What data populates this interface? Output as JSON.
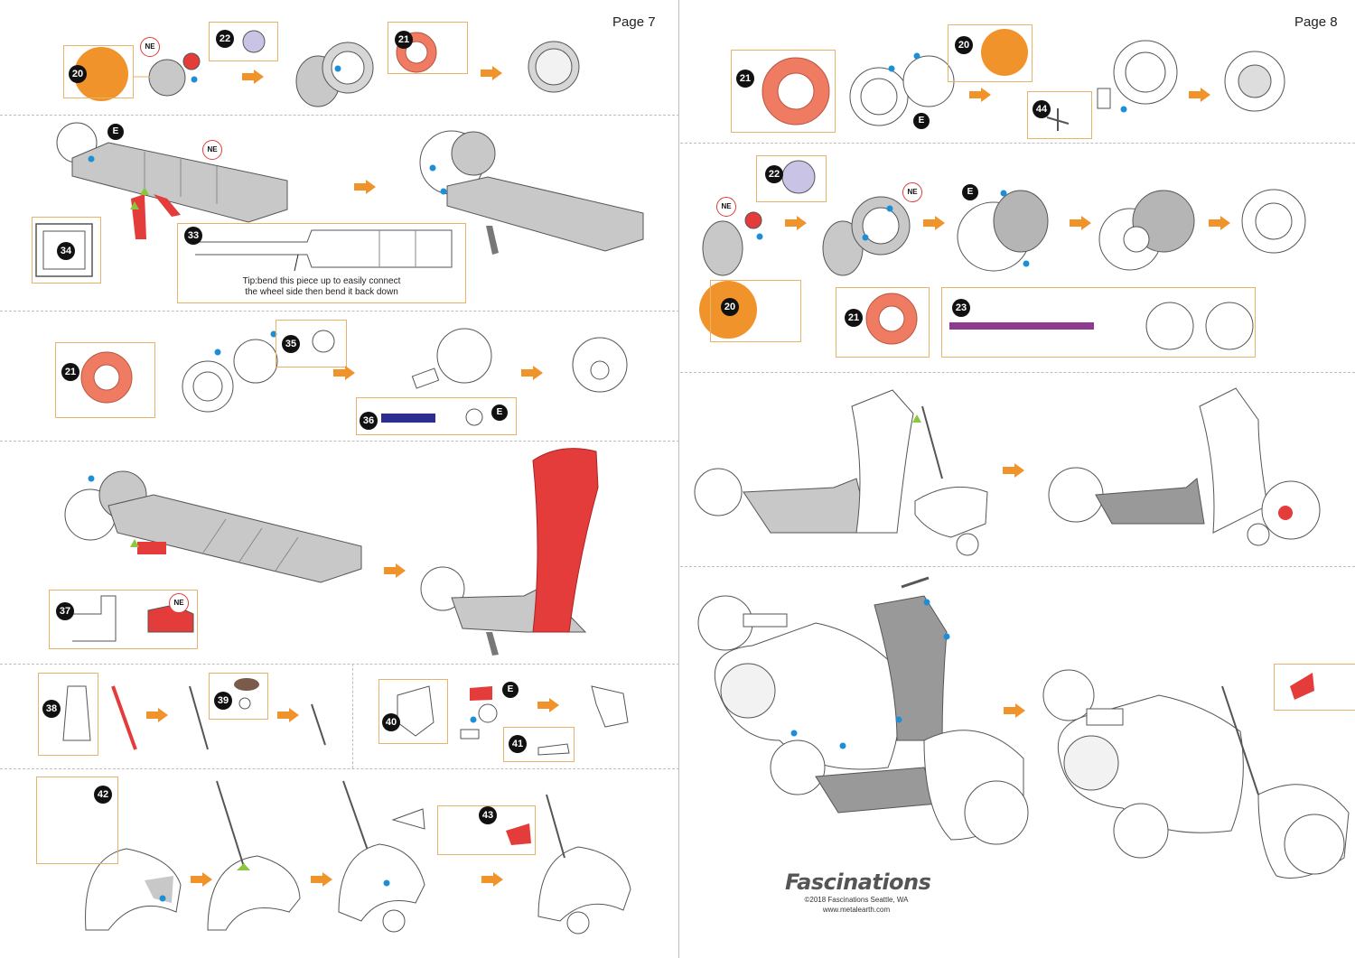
{
  "pages": [
    {
      "number": "Page 7"
    },
    {
      "number": "Page 8"
    }
  ],
  "markers": {
    "e": "E",
    "ne": "NE"
  },
  "parts": {
    "p20": "20",
    "p21": "21",
    "p22": "22",
    "p23": "23",
    "p33": "33",
    "p34": "34",
    "p35": "35",
    "p36": "36",
    "p37": "37",
    "p38": "38",
    "p39": "39",
    "p40": "40",
    "p41": "41",
    "p42": "42",
    "p43": "43",
    "p44": "44"
  },
  "tip": {
    "line1": "Tip:bend this piece up to easily connect",
    "line2": "the wheel side then bend it back down"
  },
  "brand": {
    "logo": "Fascinations",
    "copyright": "©2018 Fascinations Seattle, WA",
    "website": "www.metalearth.com"
  },
  "colors": {
    "arrow": "#f0932b",
    "callout_border": "#e9b26a",
    "part_orange": "#f0932b",
    "part_salmon": "#ef7b63",
    "part_red": "#e43b3b",
    "part_lavender": "#c9c3e6",
    "part_navy": "#2c2f8f",
    "part_purple": "#8e3a8e",
    "part_gray": "#b5b5b5",
    "dot_blue": "#1e8fd6",
    "tri_green": "#8cc63f"
  }
}
